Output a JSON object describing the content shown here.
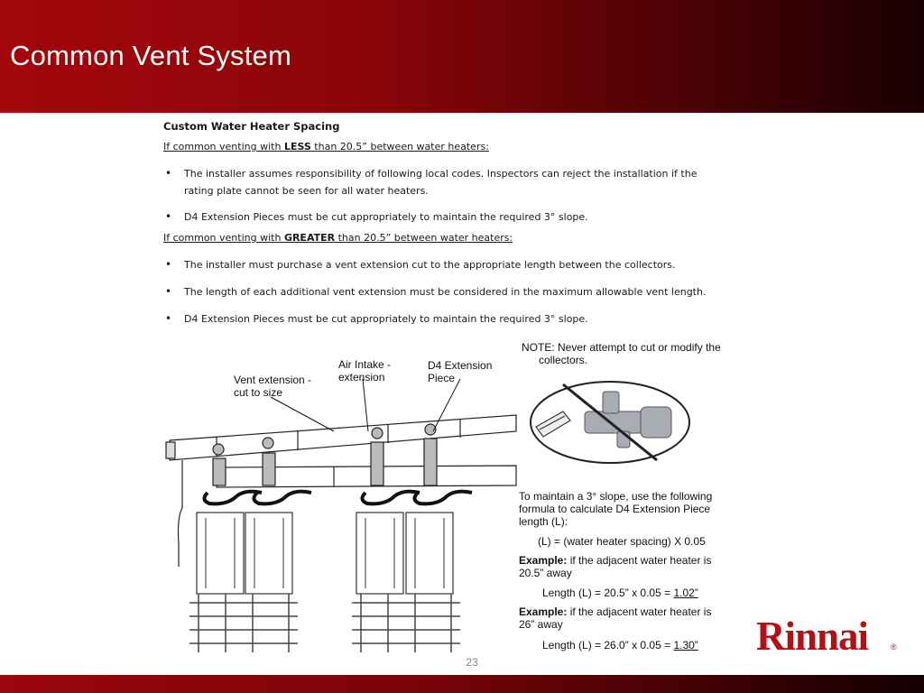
{
  "slide": {
    "title": "Common Vent System",
    "page_number": "23"
  },
  "doc": {
    "heading": "Custom Water Heater Spacing",
    "section_less": {
      "prefix": "If common venting with ",
      "keyword": "LESS",
      "suffix": " than 20.5” between water heaters:",
      "bullets": [
        "The installer assumes responsibility of following local codes.  Inspectors can reject the installation if the rating plate cannot be seen for all water heaters.",
        "D4 Extension Pieces must be cut appropriately to maintain the required 3° slope."
      ]
    },
    "section_greater": {
      "prefix": "If common venting with ",
      "keyword": "GREATER",
      "suffix": " than 20.5” between water heaters:",
      "bullets": [
        "The installer must purchase a vent extension cut to the appropriate length between the collectors.",
        "The length of each additional vent extension must be considered in the maximum allowable vent length.",
        "D4 Extension Pieces must be cut appropriately to maintain the required 3° slope."
      ]
    }
  },
  "diagram": {
    "callout_vent_line1": "Vent extension -",
    "callout_vent_line2": "cut to size",
    "callout_air_line1": "Air Intake -",
    "callout_air_line2": "extension",
    "callout_d4_line1": "D4 Extension",
    "callout_d4_line2": "Piece"
  },
  "note": {
    "line1": "NOTE: Never attempt to cut or modify the",
    "line2": "collectors."
  },
  "formula": {
    "intro_line1": "To maintain a 3° slope, use the following",
    "intro_line2": "formula to calculate D4 Extension Piece",
    "intro_line3": "length (L):",
    "equation": "(L) = (water heater spacing) X 0.05",
    "example1_label": "Example:",
    "example1_text_line1": " if the adjacent water heater is",
    "example1_text_line2": "20.5” away",
    "example1_calc": "Length (L) = 20.5” x 0.05 = ",
    "example1_result": "1.02”",
    "example2_label": "Example:",
    "example2_text_line1": " if the adjacent water heater is",
    "example2_text_line2": "26” away",
    "example2_calc": "Length (L) = 26.0” x 0.05 = ",
    "example2_result": "1.30”"
  },
  "brand": {
    "logo_text": "Rinnai",
    "registered_mark": "®",
    "logo_color": "#b01217"
  },
  "theme": {
    "header_red": "#a3070c",
    "header_dark": "#1a0002"
  }
}
